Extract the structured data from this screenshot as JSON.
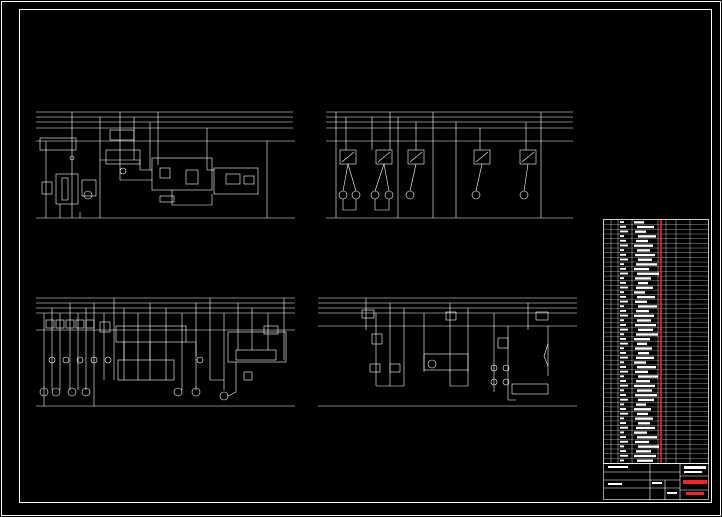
{
  "drawing": {
    "background": "#000000",
    "line_color": "#ffffff",
    "accent_color": "#ff2020",
    "panels": [
      {
        "id": "panel-top-left"
      },
      {
        "id": "panel-top-right"
      },
      {
        "id": "panel-bottom-left"
      },
      {
        "id": "panel-bottom-right"
      }
    ],
    "component_table": {
      "rows": 52
    }
  }
}
